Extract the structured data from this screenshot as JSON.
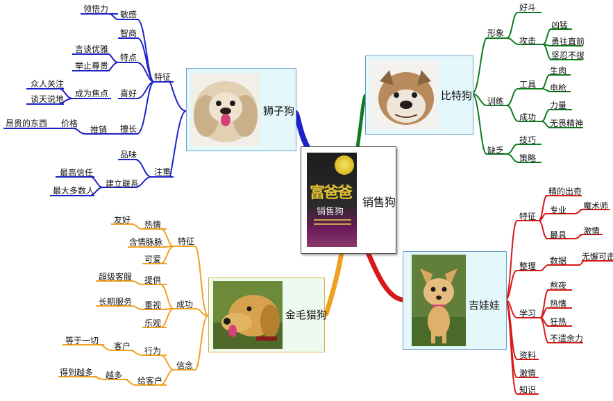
{
  "center": {
    "title": "销售狗",
    "book_title": "富爸爸",
    "book_subtitle": "销售狗"
  },
  "colors": {
    "blue": "#1b22c8",
    "green": "#0e7a1e",
    "red": "#d81818",
    "orange": "#f0a020"
  },
  "branches": {
    "shizi": {
      "title": "狮子狗",
      "icon": "pekingese-dog-photo",
      "tezheng": "特征",
      "mingan": "敏感",
      "linwuli": "领悟力",
      "zhishang": "智商",
      "tedian": "特点",
      "yantan": "言谈优雅",
      "juzhi": "举止尊贵",
      "xihao": "喜好",
      "chengwei": "成为焦点",
      "zhongren": "众人关注",
      "tantian": "谈天说地",
      "shanchang": "擅长",
      "tuixiao": "推销",
      "jiage": "价格",
      "anggui": "昂贵的东西",
      "zhuzhong": "注重",
      "pinwei": "品味",
      "jianli": "建立联系",
      "zuigao": "最高信任",
      "zuida": "最大多数人"
    },
    "bite": {
      "title": "比特狗",
      "icon": "bulldog-photo",
      "xingxiang": "形象",
      "haodou": "好斗",
      "gongji": "攻击",
      "xiongmeng": "凶猛",
      "yongwang": "勇往直前",
      "jianren": "坚忍不拔",
      "xunlian": "训练",
      "gongju": "工具",
      "shengrou": "生肉",
      "diangiang": "电枪",
      "chenggong": "成功",
      "liliang": "力量",
      "wuwei": "无畏精神",
      "quefa": "缺乏",
      "jiqiao": "技巧",
      "celue": "策略"
    },
    "jinmao": {
      "title": "金毛猎狗",
      "icon": "golden-retriever-photo",
      "tezheng": "特征",
      "youhao": "友好",
      "reqing": "热情",
      "hanqing": "含情脉脉",
      "keai": "可爱",
      "chenggong": "成功",
      "tigong": "提供",
      "chaoji": "超级客服",
      "zhongshi": "重视",
      "changqi": "长期服务",
      "leguan": "乐观",
      "xinnian": "信念",
      "xingwei": "行为",
      "kehu": "客户",
      "dengyu": "等于一切",
      "geikehu": "给客户",
      "yueduo": "越多",
      "dedao": "得到越多"
    },
    "jiwawa": {
      "title": "吉娃娃",
      "icon": "chihuahua-photo",
      "tezheng": "特征",
      "jingde": "精的出奇",
      "zhuanye": "专业",
      "moshushi": "魔术师",
      "zuiju": "最具",
      "jiqing": "激情",
      "zhengli": "整理",
      "shuju": "数据",
      "wuxie": "无懈可击",
      "xuexi": "学习",
      "aoye": "熬夜",
      "reqing": "热情",
      "kuangre": "狂热",
      "buyi": "不遗余力",
      "ziliao": "资料",
      "jiqing2": "激情",
      "zhishi": "知识"
    }
  }
}
